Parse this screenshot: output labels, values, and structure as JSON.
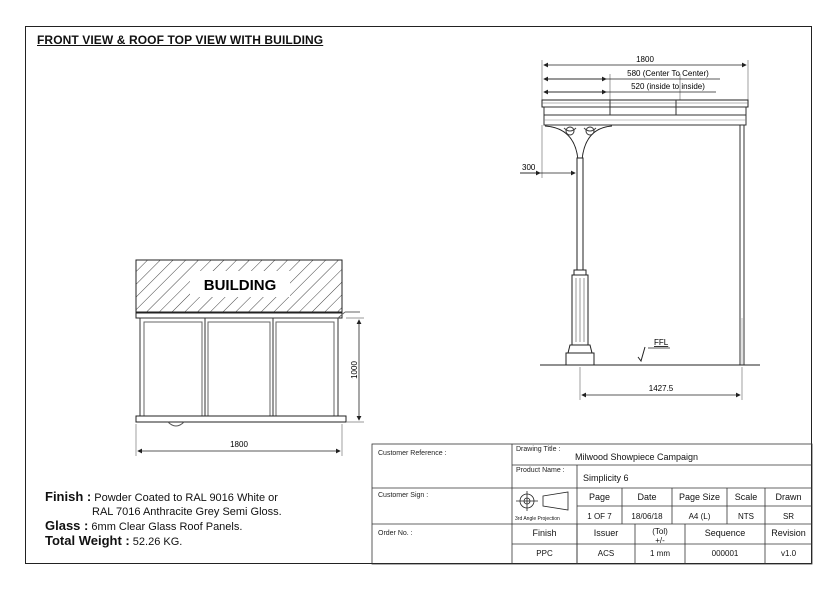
{
  "title": "FRONT VIEW & ROOF TOP VIEW WITH BUILDING",
  "front_view": {
    "building_label": "BUILDING",
    "height_dim": "1000",
    "width_dim": "1800"
  },
  "side_view": {
    "overall_dim": "1800",
    "center_dim": "580 (Center To Center)",
    "inside_dim": "520 (inside to inside)",
    "offset_dim": "300",
    "ffl_label": "FFL",
    "post_dim": "1427.5"
  },
  "notes": {
    "finish_label": "Finish :",
    "finish_line1": "Powder Coated to RAL 9016 White  or",
    "finish_line2": "RAL 7016 Anthracite Grey Semi Gloss.",
    "glass_label": "Glass :",
    "glass_value": "6mm Clear Glass Roof Panels.",
    "weight_label": "Total Weight :",
    "weight_value": "52.26 KG."
  },
  "title_block": {
    "customer_reference_label": "Customer Reference :",
    "customer_sign_label": "Customer Sign :",
    "order_no_label": "Order No. :",
    "drawing_title_label": "Drawing Title :",
    "drawing_title": "Milwood Showpiece Campaign",
    "product_name_label": "Product Name :",
    "product_name": "Simplicity 6",
    "projection_label": "3rd Angle Projection",
    "headers": [
      "Page",
      "Date",
      "Page Size",
      "Scale",
      "Drawn"
    ],
    "values": [
      "1 OF 7",
      "18/06/18",
      "A4 (L)",
      "NTS",
      "SR"
    ],
    "headers2": [
      "Finish",
      "Issuer",
      "(Tol)\n+/-",
      "Sequence",
      "Revision"
    ],
    "tol_line1": "(Tol)",
    "tol_line2": "+/-",
    "values2": [
      "PPC",
      "ACS",
      "1 mm",
      "000001",
      "v1.0"
    ]
  }
}
